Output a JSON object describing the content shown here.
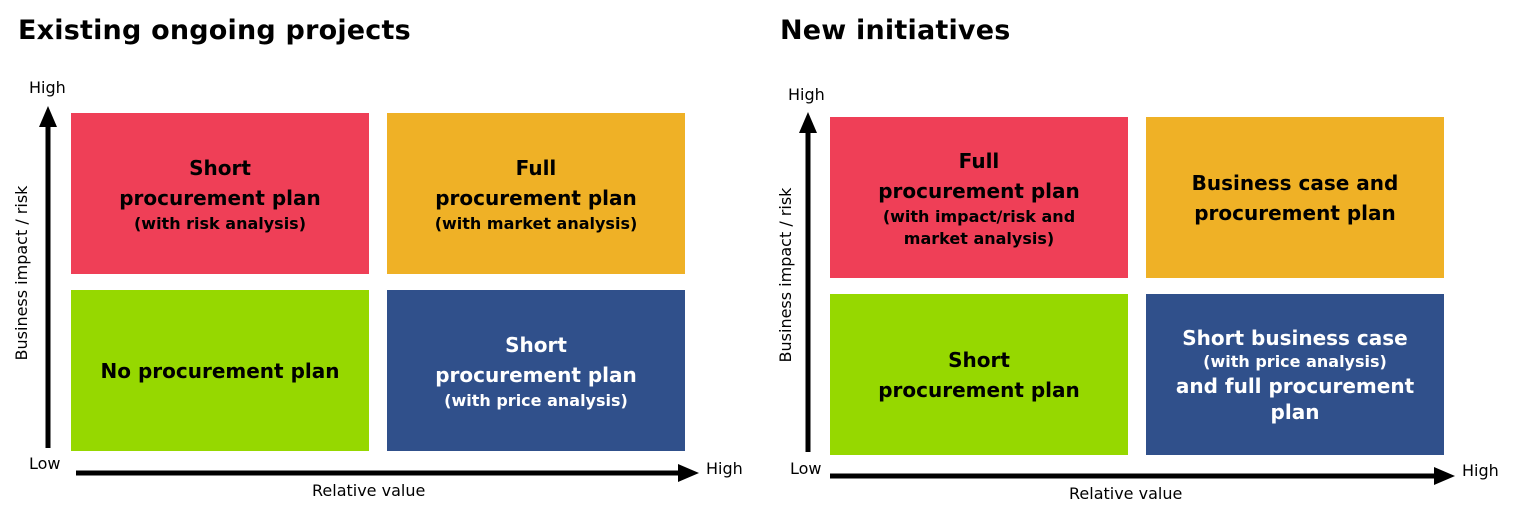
{
  "panels": [
    {
      "title": "Existing ongoing projects",
      "y_axis_label": "Business impact / risk",
      "x_axis_label": "Relative value",
      "y_high": "High",
      "y_low": "Low",
      "x_high": "High",
      "quadrants": {
        "top_left": {
          "main": "Short\nprocurement plan",
          "sub": "(with risk analysis)",
          "color": "#ef3f57"
        },
        "top_right": {
          "main": "Full\nprocurement plan",
          "sub": "(with market analysis)",
          "color": "#efb126"
        },
        "bottom_left": {
          "main": "No procurement plan",
          "color": "#96d800"
        },
        "bottom_right": {
          "main": "Short\nprocurement plan",
          "sub": "(with price analysis)",
          "color": "#30508b"
        }
      }
    },
    {
      "title": "New initiatives",
      "y_axis_label": "Business impact / risk",
      "x_axis_label": "Relative value",
      "y_high": "High",
      "y_low": "Low",
      "x_high": "High",
      "quadrants": {
        "top_left": {
          "main": "Full\nprocurement plan",
          "sub": "(with impact/risk and\nmarket analysis)",
          "color": "#ef3f57"
        },
        "top_right": {
          "main": "Business case and\nprocurement plan",
          "color": "#efb126"
        },
        "bottom_left": {
          "main": "Short\nprocurement plan",
          "color": "#96d800"
        },
        "bottom_right": {
          "main": "Short business case",
          "sub": "(with price analysis)",
          "main2": "and full procurement\nplan",
          "color": "#30508b"
        }
      }
    }
  ]
}
